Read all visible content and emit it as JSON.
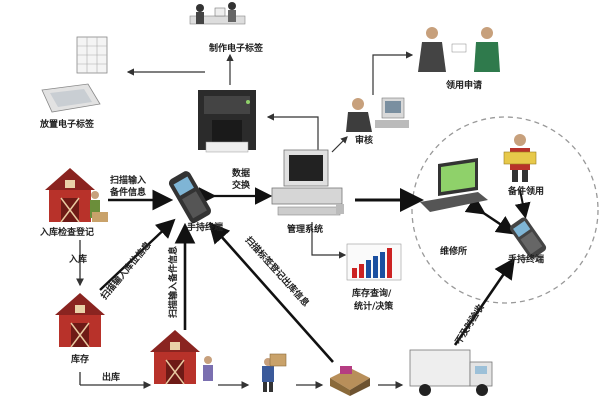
{
  "labels": {
    "make_tag": "制作电子标签",
    "place_tag": "放置电子标签",
    "receive_apply": "领用申请",
    "review": "审核",
    "data_exchange_1": "数据",
    "data_exchange_2": "交换",
    "scan_in_1": "扫描输入",
    "scan_in_2": "备件信息",
    "handheld_main": "手持终端",
    "inbound_register": "入库检查登记",
    "mgmt_system": "管理系统",
    "inventory_1": "库存查询/",
    "inventory_2": "统计/决策",
    "repair_station": "维修所",
    "spare_receive": "备件领用",
    "handheld_right": "手持终端",
    "inbound": "入库",
    "stock": "库存",
    "outbound": "出库",
    "scan_location": "扫描输入库位信息",
    "scan_parts": "扫描输入备件信息",
    "scan_tag_log": "扫描标签登记出库信息",
    "no_return": "不及时验收"
  },
  "colors": {
    "barn_red": "#b8322a",
    "arrow": "#111111",
    "circle": "#999999"
  }
}
